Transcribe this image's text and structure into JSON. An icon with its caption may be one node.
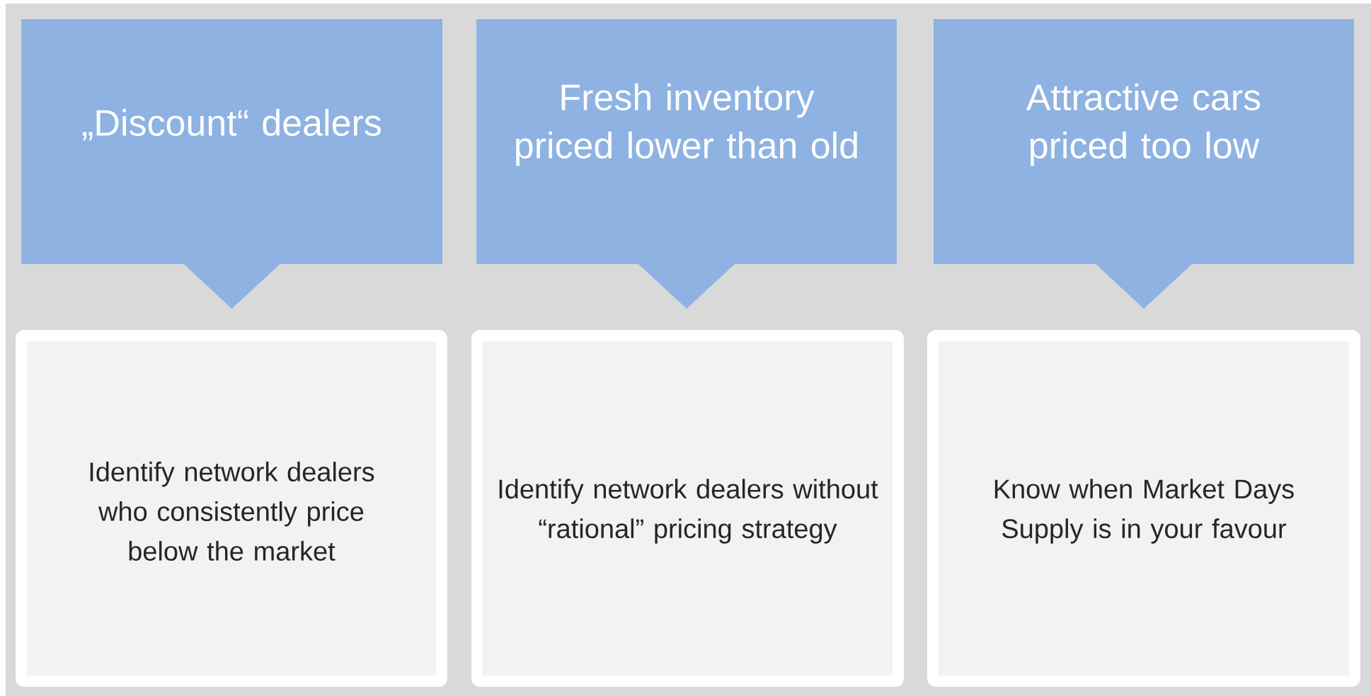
{
  "diagram": {
    "nodes": [
      {
        "text": [
          "„Discount“ dealers"
        ]
      },
      {
        "text": [
          "Fresh inventory priced lower than old"
        ]
      },
      {
        "text": [
          "Attractive cars priced too low"
        ]
      },
      {
        "text": [
          "Identify network dealers who consistently price below the market"
        ]
      },
      {
        "text": [
          "Identify network dealers without “rational” pricing strategy"
        ]
      },
      {
        "text": [
          "Know when Market Days Supply is in your favour"
        ]
      }
    ]
  }
}
